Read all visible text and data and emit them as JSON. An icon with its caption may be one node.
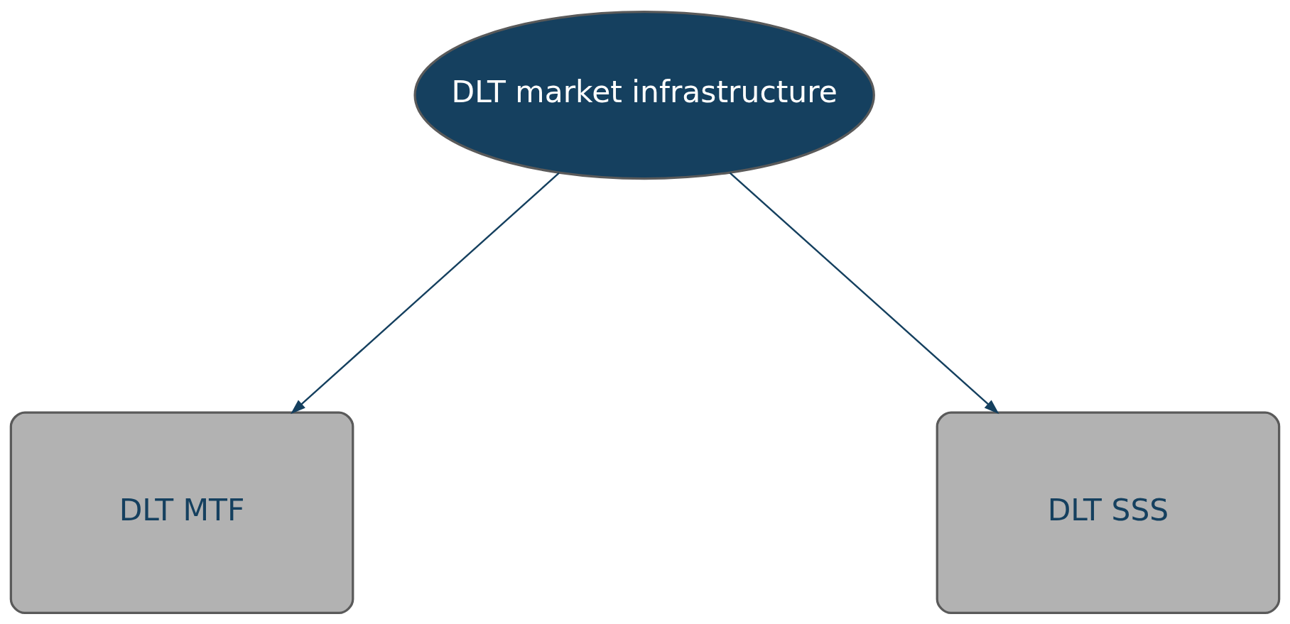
{
  "diagram": {
    "nodes": [
      {
        "text": [
          "DLT market infrastructure"
        ]
      },
      {
        "text": [
          "DLT MTF"
        ]
      },
      {
        "text": [
          "DLT SSS"
        ]
      }
    ],
    "edges": [
      {
        "from": 0,
        "to": 1,
        "arrow": "to"
      },
      {
        "from": 0,
        "to": 2,
        "arrow": "to"
      }
    ]
  }
}
